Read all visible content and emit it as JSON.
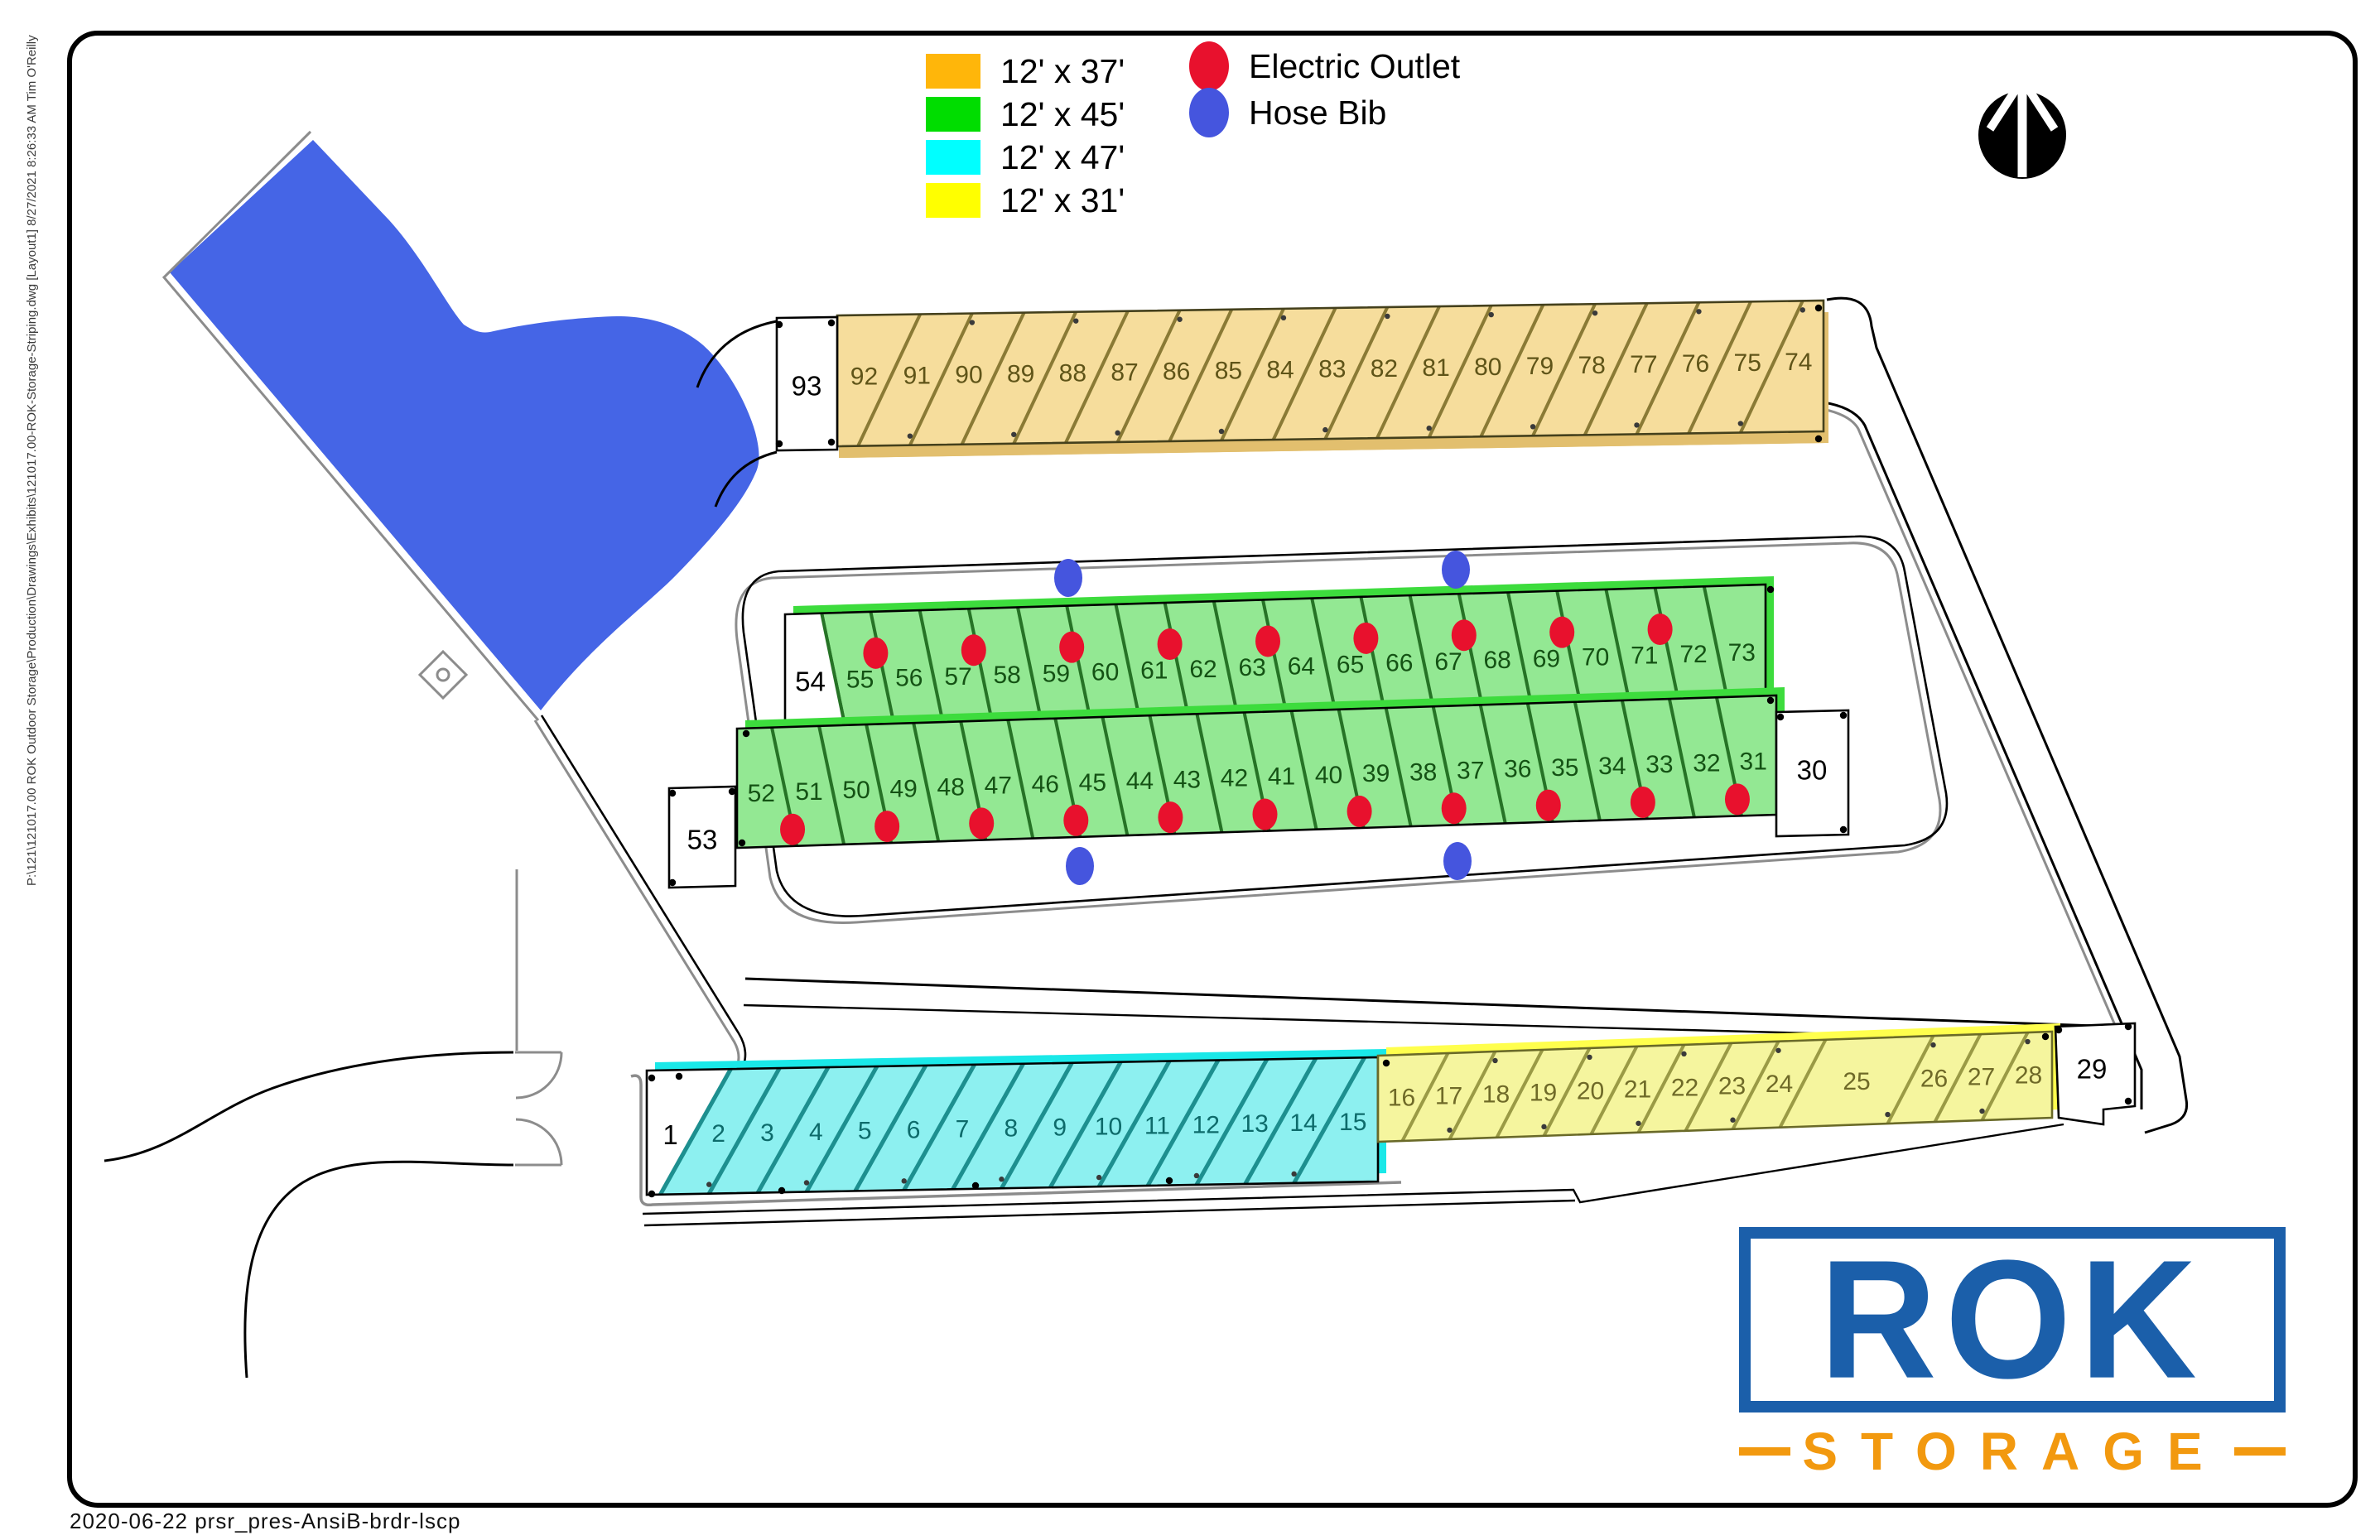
{
  "page": {
    "footer_text": "2020-06-22  prsr_pres-AnsiB-brdr-lscp",
    "side_text": "P:\\121\\121017.00 ROK Outdoor Storage\\Production\\Drawings\\Exhibits\\121017.00-ROK-Storage-Striping.dwg [Layout1] 8/27/2021 8:26:33 AM Tim O'Reilly"
  },
  "legend": {
    "sizes": [
      {
        "label": "12' x 37'",
        "color": "#FFB60A"
      },
      {
        "label": "12' x 45'",
        "color": "#00DD00"
      },
      {
        "label": "12' x 47'",
        "color": "#00FFFF"
      },
      {
        "label": "12' x 31'",
        "color": "#FFFF00"
      }
    ],
    "markers": [
      {
        "label": "Electric Outlet",
        "color": "#E8112D"
      },
      {
        "label": "Hose Bib",
        "color": "#4555DE"
      }
    ]
  },
  "logo": {
    "title": "ROK",
    "subtitle": "STORAGE",
    "blue": "#1b5faa",
    "orange": "#f2990f"
  },
  "rows": {
    "orange": {
      "box_label": "93",
      "numbers": [
        92,
        91,
        90,
        89,
        88,
        87,
        86,
        85,
        84,
        83,
        82,
        81,
        80,
        79,
        78,
        77,
        76,
        75,
        74
      ],
      "fill": "#f6dd9c",
      "hatch": "#8a7a35",
      "num_color": "#5f5418",
      "shadow": "#e2bf6e",
      "edge": "#44401c"
    },
    "green_top": {
      "numbers": [
        "54",
        55,
        56,
        57,
        58,
        59,
        60,
        61,
        62,
        63,
        64,
        65,
        66,
        67,
        68,
        69,
        70,
        71,
        72,
        73
      ],
      "fill": "#93e893",
      "hatch": "#267326",
      "num_color": "#145214",
      "shadow": "#3ddc3d",
      "edge": "#000000"
    },
    "green_bottom": {
      "box_label_left": "53",
      "box_label_right": "30",
      "numbers": [
        52,
        51,
        50,
        49,
        48,
        47,
        46,
        45,
        44,
        43,
        42,
        41,
        40,
        39,
        38,
        37,
        36,
        35,
        34,
        33,
        32,
        31
      ],
      "fill": "#93e893",
      "hatch": "#267326",
      "num_color": "#145214",
      "shadow": "#3ddc3d",
      "edge": "#000000"
    },
    "cyan": {
      "numbers": [
        "1",
        2,
        3,
        4,
        5,
        6,
        7,
        8,
        9,
        10,
        11,
        12,
        13,
        14,
        15
      ],
      "fill": "#8df0f0",
      "hatch": "#1d8f8f",
      "num_color": "#0d6b6b",
      "shadow": "#1ae8e8",
      "edge": "#000000"
    },
    "yellow": {
      "box_label": "29",
      "numbers": [
        16,
        17,
        18,
        19,
        20,
        21,
        22,
        23,
        24,
        25,
        26,
        27,
        28
      ],
      "fill": "#f5f59e",
      "hatch": "#9a9a45",
      "num_color": "#6f6a28",
      "shadow": "#ffff4d",
      "edge": "#6a6a28"
    }
  },
  "markers": {
    "electric_outlet_color": "#E8112D",
    "hose_bib_color": "#4555DE"
  }
}
